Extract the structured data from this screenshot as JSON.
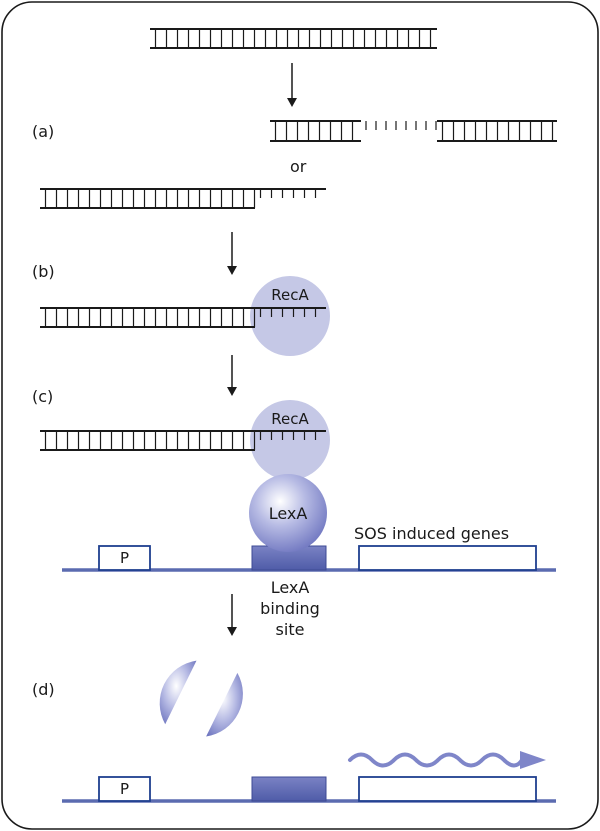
{
  "panels": {
    "a": "(a)",
    "b": "(b)",
    "c": "(c)",
    "d": "(d)"
  },
  "connector_or": "or",
  "proteins": {
    "reca_b": "RecA",
    "reca_c": "RecA",
    "lexa": "LexA"
  },
  "gene_labels": {
    "promoter_c": "P",
    "promoter_d": "P",
    "sos_genes": "SOS induced genes",
    "binding_site_line1": "LexA",
    "binding_site_line2": "binding",
    "binding_site_line3": "site"
  },
  "colors": {
    "dna_strand": "#1a1a1a",
    "chromosome_line": "#5b6bb0",
    "reca_fill": "#c5c8e6",
    "lexa_fill": "#8f95d0",
    "binding_site_fill": "#5b6bb0",
    "transcript": "#7f86c9",
    "frame": "#1a1a1a"
  }
}
